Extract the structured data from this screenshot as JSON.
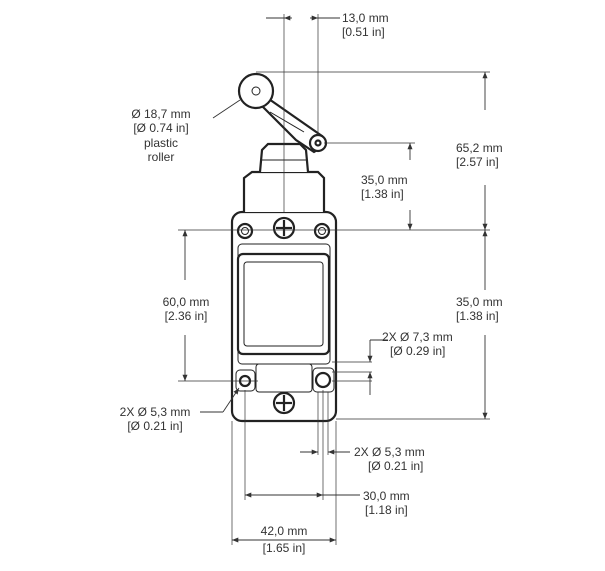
{
  "dimensions": {
    "top_offset": {
      "mm": "13,0 mm",
      "in": "[0.51 in]"
    },
    "roller": {
      "mm": "Ø 18,7 mm",
      "in": "[Ø 0.74 in]",
      "note1": "plastic",
      "note2": "roller"
    },
    "total_height": {
      "mm": "65,2 mm",
      "in": "[2.57 in]"
    },
    "actuator": {
      "mm": "35,0 mm",
      "in": "[1.38 in]"
    },
    "mount_height": {
      "mm": "60,0 mm",
      "in": "[2.36 in]"
    },
    "body_height": {
      "mm": "35,0 mm",
      "in": "[1.38 in]"
    },
    "hole_large": {
      "mm": "2X Ø 7,3 mm",
      "in": "[Ø 0.29 in]"
    },
    "hole_left": {
      "mm": "2X Ø 5,3 mm",
      "in": "[Ø 0.21 in]"
    },
    "hole_bottom": {
      "mm": "2X Ø 5,3 mm",
      "in": "[Ø 0.21 in]"
    },
    "hole_spacing": {
      "mm": "30,0 mm",
      "in": "[1.18 in]"
    },
    "body_width": {
      "mm": "42,0 mm",
      "in": "[1.65 in]"
    }
  }
}
